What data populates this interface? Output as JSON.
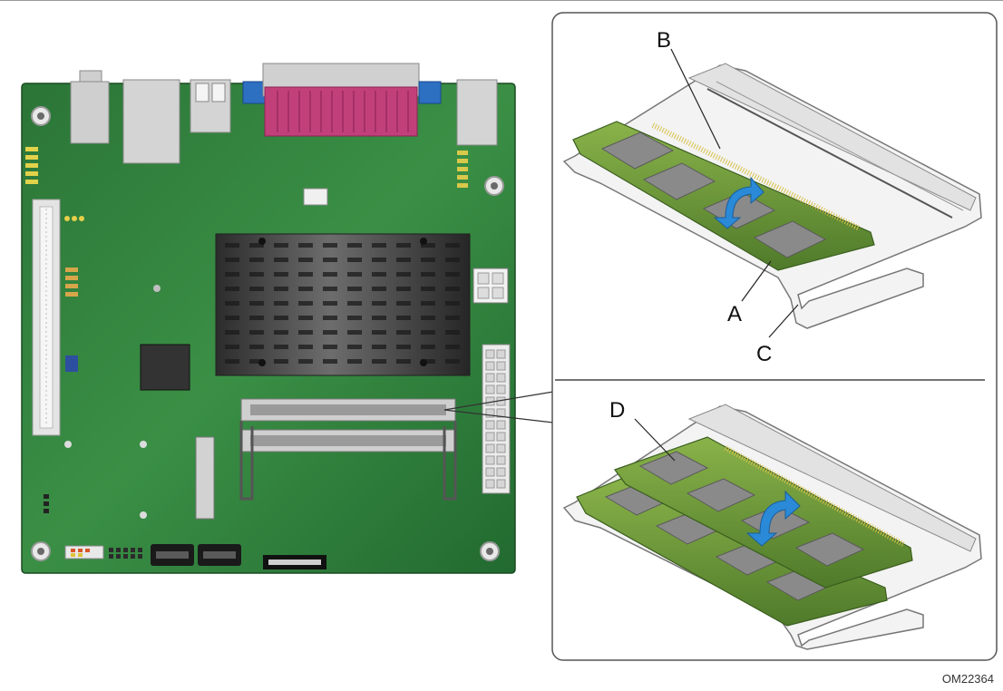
{
  "callouts": {
    "a": "A",
    "b": "B",
    "c": "C",
    "d": "D"
  },
  "figure_id": "OM22364",
  "colors": {
    "board_green": "#2f7d3a",
    "board_dark": "#1e5a28",
    "heatsink": "#3a3a3a",
    "connector_pink": "#c2407a",
    "connector_blue": "#2d6fc1",
    "port_gray": "#bdbdbd",
    "module_green": "#6f9a3a",
    "chip_gray": "#8a8a8a",
    "arrow_blue": "#2a8ad8",
    "gold_contacts": "#d8c24a"
  },
  "icons": {
    "insert_arrow": "curved-arrow-icon"
  }
}
